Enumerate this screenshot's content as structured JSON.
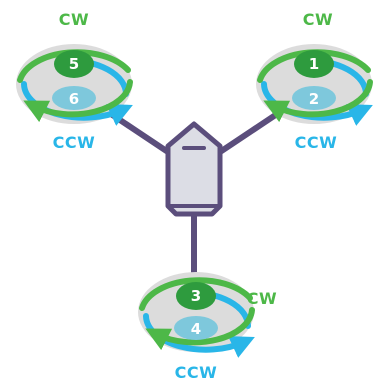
{
  "colors": {
    "cw": "#4db848",
    "ccw": "#29b6e8",
    "frame": "#5b4e7c",
    "hub_fill": "#dcdde5",
    "prop_disc": "#dcdcdc",
    "upper_disc": "#2e9b3e",
    "lower_disc": "#7ec8dc",
    "background": "#ffffff"
  },
  "rotors": {
    "left": {
      "cw_label": "CW",
      "ccw_label": "CCW",
      "upper_motor": "5",
      "lower_motor": "6"
    },
    "right": {
      "cw_label": "CW",
      "ccw_label": "CCW",
      "upper_motor": "1",
      "lower_motor": "2"
    },
    "bottom": {
      "cw_label": "CW",
      "ccw_label": "CCW",
      "upper_motor": "3",
      "lower_motor": "4"
    }
  }
}
